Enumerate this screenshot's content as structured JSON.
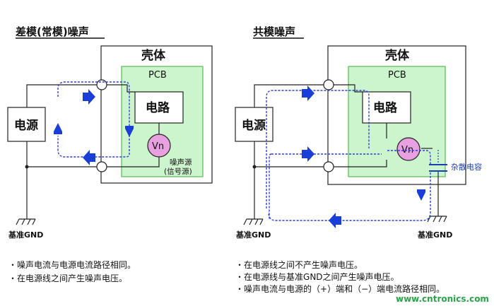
{
  "left": {
    "title": "差模(常模)噪声",
    "power": "电源",
    "circuit": "电路",
    "pcb": "PCB",
    "vn": "Vn",
    "noise_source": "噪声源",
    "signal_source": "(信号源)",
    "gnd": "基准GND",
    "notes": [
      "噪声电流与电源电流路径相同。",
      "在电源线之间产生噪声电压。"
    ]
  },
  "right": {
    "title": "共模噪声",
    "case": "壳体",
    "power": "电源",
    "circuit": "电路",
    "pcb": "PCB",
    "vn": "Vn",
    "stray_cap": "杂散电容",
    "gnd_left": "基准GND",
    "gnd_right": "基准GND",
    "notes": [
      "在电源线之间不产生噪声电压。",
      "在电源线与基准GND之间产生噪声电压。",
      "噪声电流与电源的（+）端和（−）端电流路径相同。"
    ]
  },
  "left_case": "壳体",
  "watermark": "www.cntronics.com",
  "colors": {
    "pcb_fill": "#cdf5cd",
    "pcb_stroke": "#55bb55",
    "arrow": "#1a3fd8",
    "dash": "#2f3fe0",
    "vn_fill": "#e8a0e0"
  }
}
